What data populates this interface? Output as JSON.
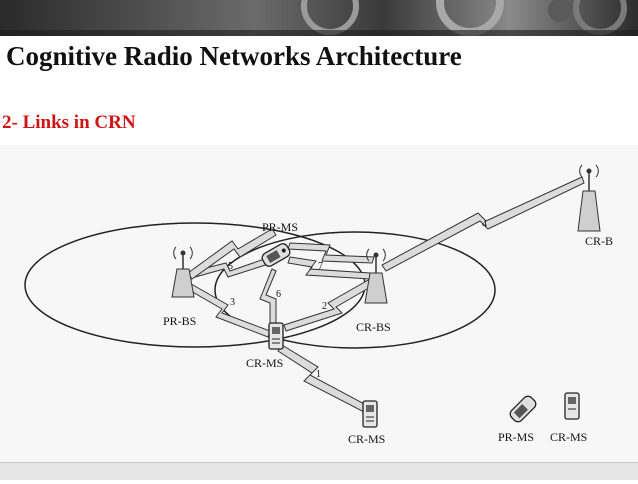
{
  "slide": {
    "title": "Cognitive Radio Networks Architecture",
    "subtitle": "2- Links in CRN",
    "accent_color": "#d01414"
  },
  "diagram": {
    "labels": {
      "pr_ms_top": "PR-MS",
      "pr_bs": "PR-BS",
      "cr_bs": "CR-BS",
      "cr_b": "CR-B",
      "cr_ms_center": "CR-MS",
      "cr_ms_bottom": "CR-MS",
      "legend_pr_ms": "PR-MS",
      "legend_cr_ms": "CR-MS"
    },
    "link_numbers": {
      "l1": "1",
      "l2": "2",
      "l3": "3",
      "l4": "4",
      "l5": "5",
      "l6": "6",
      "l7": "7"
    }
  }
}
